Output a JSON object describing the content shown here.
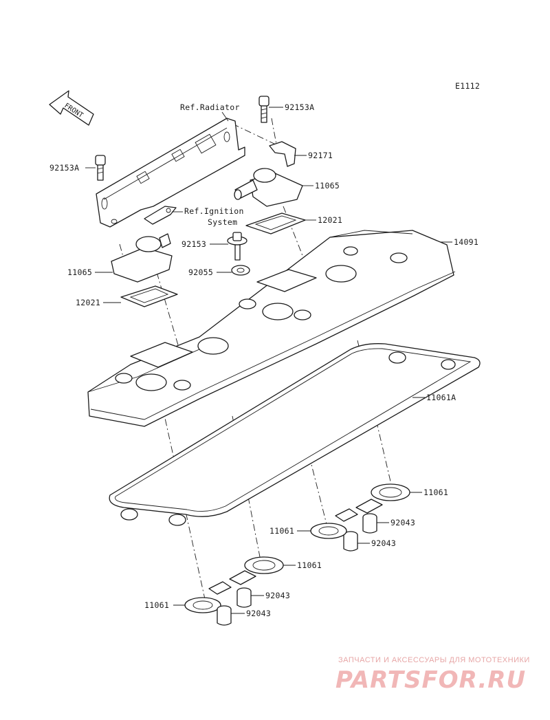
{
  "diagram_code": "E1112",
  "front_label": "FRONT",
  "refs": {
    "radiator": "Ref.Radiator",
    "ignition_line1": "Ref.Ignition",
    "ignition_line2": "System"
  },
  "parts": {
    "p92153A_top": "92153A",
    "p92171": "92171",
    "p11065_right": "11065",
    "p12021_right": "12021",
    "p14091": "14091",
    "p92153A_left": "92153A",
    "p92153": "92153",
    "p92055": "92055",
    "p11065_left": "11065",
    "p12021_left": "12021",
    "p11061A": "11061A",
    "p11061_a": "11061",
    "p11061_b": "11061",
    "p11061_c": "11061",
    "p11061_d": "11061",
    "p92043_a": "92043",
    "p92043_b": "92043",
    "p92043_c": "92043",
    "p92043_d": "92043"
  },
  "watermark": {
    "tagline": "ЗАПЧАСТИ И АКСЕССУАРЫ ДЛЯ МОТОТЕХНИКИ",
    "brand": "PARTSFOR.RU"
  }
}
